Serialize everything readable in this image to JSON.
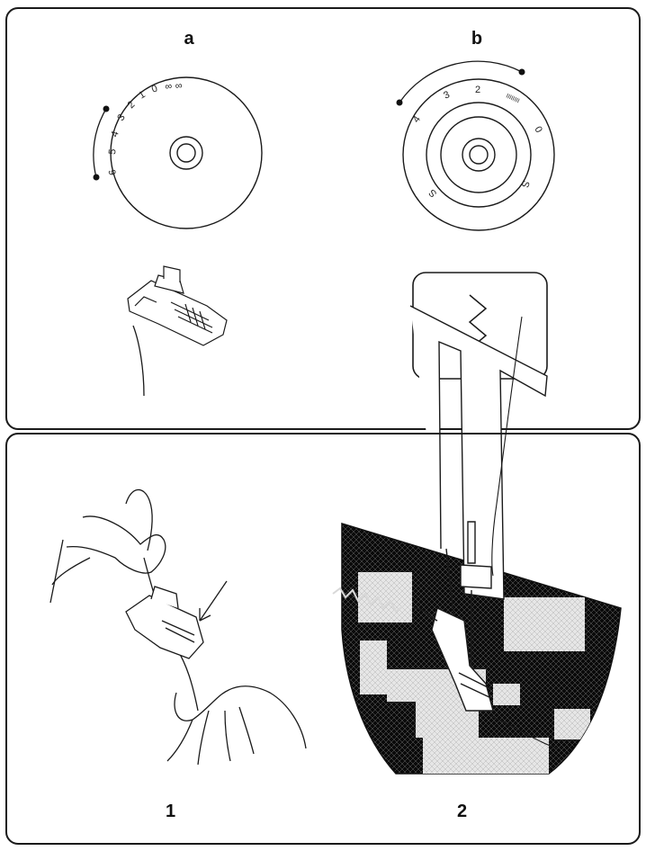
{
  "top_panel": {
    "label_a": "a",
    "label_b": "b",
    "dial_a": {
      "numbers": [
        "∞",
        "0",
        "1",
        "2",
        "3",
        "4",
        "5",
        "6",
        "∞"
      ]
    },
    "dial_b": {
      "numbers": [
        "4",
        "3",
        "2",
        "0",
        "S",
        "S"
      ],
      "dense_mark": "IIIIIIII"
    },
    "stitch": "zigzag"
  },
  "bottom_panel": {
    "label_1": "1",
    "label_2": "2"
  },
  "colors": {
    "line": "#1a1a1a",
    "fabric_dark": "#0a0a0a",
    "fabric_light": "#e6e6e6"
  }
}
